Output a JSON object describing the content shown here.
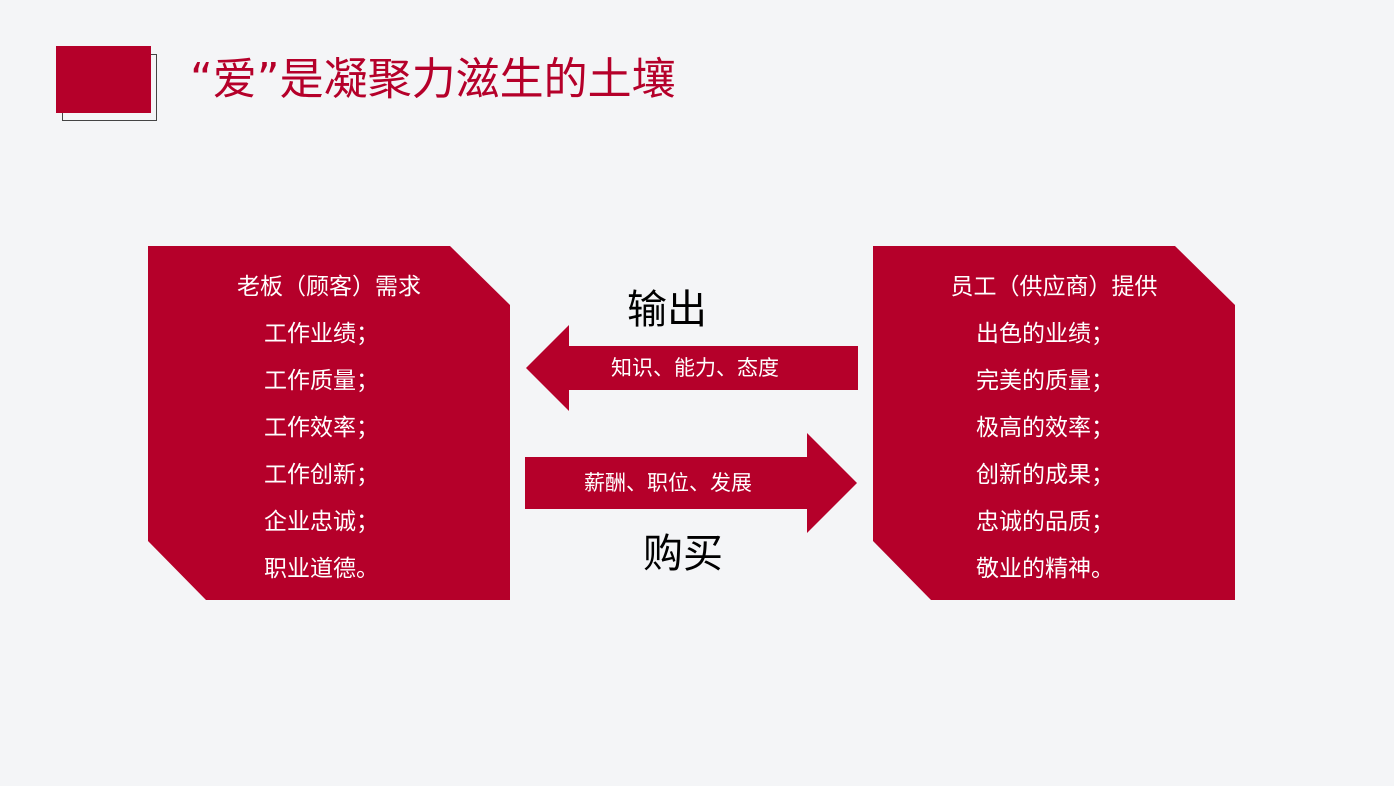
{
  "title": "“爱”是凝聚力滋生的土壤",
  "left_box": {
    "heading": "老板（顾客）需求",
    "items": [
      "工作业绩；",
      "工作质量；",
      "工作效率；",
      "工作创新；",
      "企业忠诚；",
      "职业道德。"
    ]
  },
  "right_box": {
    "heading": "员工（供应商）提供",
    "items": [
      "出色的业绩；",
      "完美的质量；",
      "极高的效率；",
      "创新的成果；",
      "忠诚的品质；",
      "敬业的精神。"
    ]
  },
  "output": {
    "label": "输出",
    "arrow_text": "知识、能力、态度"
  },
  "purchase": {
    "label": "购买",
    "arrow_text": "薪酬、职位、发展"
  },
  "colors": {
    "accent": "#b5002a",
    "background": "#f4f5f7"
  }
}
